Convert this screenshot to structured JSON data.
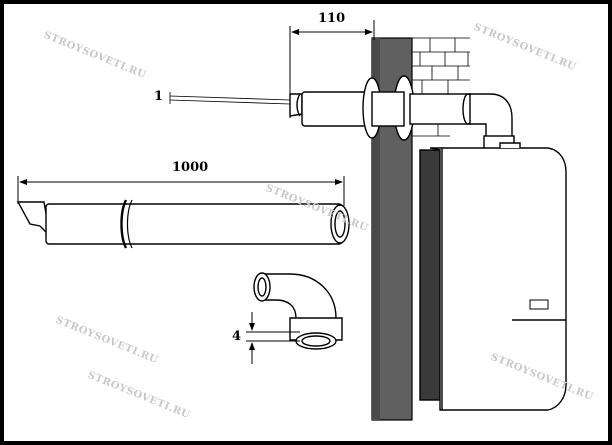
{
  "dimensions": {
    "wall_offset": "110",
    "pipe_length": "1000"
  },
  "callouts": {
    "part_1": "1",
    "gap_4": "4"
  },
  "watermark": "STROYSOVETI.RU",
  "colors": {
    "wall": "#5a5a5a",
    "wall_dark": "#3a3a3a",
    "outline": "#000000",
    "background": "#ffffff",
    "frame": "#000000"
  }
}
